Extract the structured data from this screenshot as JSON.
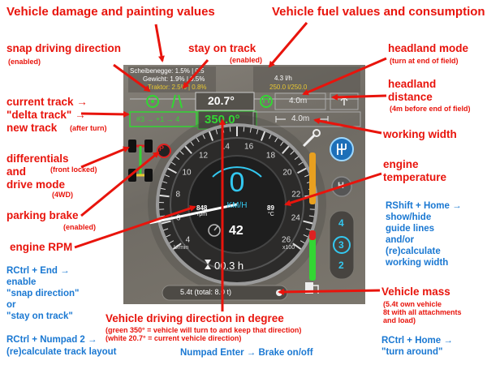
{
  "annotations": {
    "damage_title": "Vehicle damage and painting values",
    "fuel_title": "Vehicle fuel values and consumption",
    "snap_title": "snap driving direction",
    "snap_sub": "(enabled)",
    "stay_title": "stay on track",
    "stay_sub": "(enabled)",
    "headland_mode": "headland mode",
    "headland_mode_sub": "(turn at end of field)",
    "headland_dist_1": "headland",
    "headland_dist_2": "distance",
    "headland_dist_sub": "(4m before end of field)",
    "current_track_1": "current track →",
    "current_track_2": "\"delta track\" →",
    "current_track_3": "new track",
    "current_track_sub": "(after turn)",
    "working_width": "working width",
    "diff_1": "differentials",
    "diff_sub1": "(front locked)",
    "diff_2": "and",
    "diff_3": "drive mode",
    "diff_sub2": "(4WD)",
    "engine_temp_1": "engine",
    "engine_temp_2": "temperature",
    "parking_brake": "parking brake",
    "parking_brake_sub": "(enabled)",
    "engine_rpm": "engine RPM",
    "rshift_1": "RShift + Home →",
    "rshift_2": "show/hide",
    "rshift_3": "guide lines",
    "rshift_4": "and/or",
    "rshift_5": "(re)calculate",
    "rshift_6": "working width",
    "rctrl_end_1": "RCtrl + End →",
    "rctrl_end_2": "enable",
    "rctrl_end_3": "\"snap direction\"",
    "rctrl_end_4": "or",
    "rctrl_end_5": "\"stay on track\"",
    "mass_title": "Vehicle mass",
    "mass_sub1": "(5.4t own vehicle",
    "mass_sub2": "8t with all attachments",
    "mass_sub3": "and load)",
    "direction_title": "Vehicle driving direction in degree",
    "direction_sub1": "(green 350° = vehicle will turn to and keep that direction)",
    "direction_sub2": "(white 20.7° = current vehicle direction)",
    "numpad2_1": "RCtrl + Numpad 2 →",
    "numpad2_2": "(re)calculate track layout",
    "numpad_enter": "Numpad Enter → Brake on/off",
    "rctrl_home_1": "RCtrl + Home →",
    "rctrl_home_2": "\"turn around\""
  },
  "hud": {
    "damage_rows": [
      {
        "name": "Scheibenegge:",
        "a": "1.5%",
        "b": "0.5"
      },
      {
        "name": "Gewicht:",
        "a": "1.9%",
        "b": "0.5%"
      },
      {
        "name": "Traktor:",
        "a": "2.5%",
        "b": "0.8%"
      }
    ],
    "fuel_rate": "4.3 l/h",
    "fuel_level": "250.0 l/250.0",
    "current_heading": "20.7°",
    "headland_distance": "4.0m",
    "target_heading": "350.0°",
    "track_sequence": "#3 → +1 → 4",
    "working_width": "4.0m",
    "speed": "0",
    "speed_unit": "KM/H",
    "rpm_value": "848",
    "rpm_unit": "rpm",
    "temp_value": "89",
    "temp_unit": "°C",
    "cruise_speed": "42",
    "gauge_ticks": [
      "4",
      "6",
      "8",
      "10",
      "12",
      "14",
      "16",
      "18",
      "20",
      "22",
      "24",
      "26"
    ],
    "rpm_ticks": [
      "4",
      "6",
      "8",
      "10",
      "12"
    ],
    "rpm_scale_unit": "U/min",
    "rpm_scale_multiplier": "x100",
    "operating_hours": "00.3 h",
    "gears": [
      "4",
      "3",
      "2"
    ],
    "active_gear": "3",
    "range_letter": "H",
    "parking_brake_letter": "P",
    "mass": "5.4t (total: 8.0 t)",
    "colors": {
      "accent_cyan": "#33c8f0",
      "green": "#33d633",
      "warning_red": "#dd2222",
      "fuel_yellow": "#e8c832"
    }
  }
}
